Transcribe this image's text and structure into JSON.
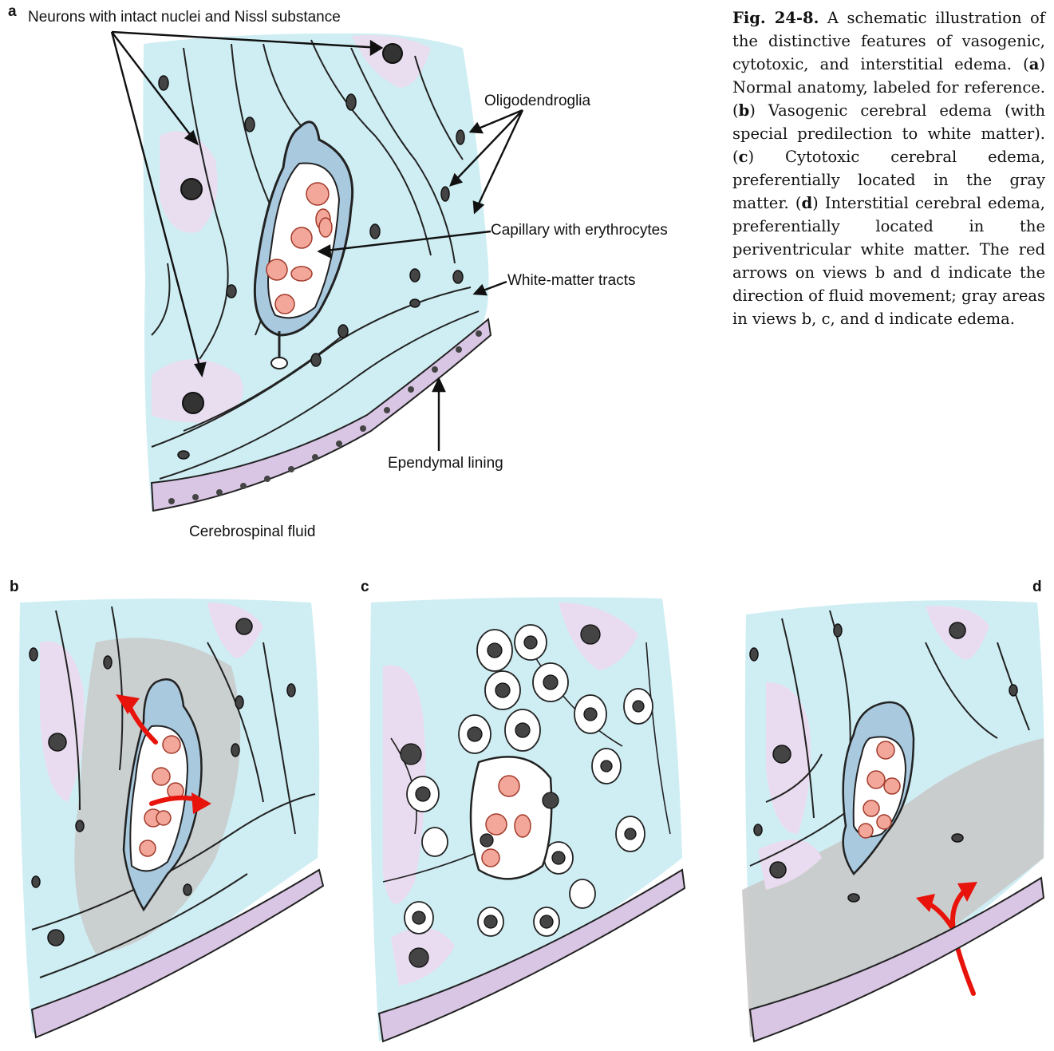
{
  "panels": {
    "a": "a",
    "b": "b",
    "c": "c",
    "d": "d"
  },
  "labels": {
    "neurons": "Neurons with intact nuclei and Nissl substance",
    "oligodendroglia": "Oligodendroglia",
    "capillary": "Capillary with erythrocytes",
    "white_matter": "White-matter tracts",
    "ependymal": "Ependymal lining",
    "csf": "Cerebrospinal fluid"
  },
  "caption": {
    "fig_number": "Fig. 24-8.",
    "text_1": " A schematic illustration of the distinctive features of vasogenic, cytotoxic, and interstitial edema. (",
    "a": "a",
    "text_2": ") Normal anatomy, labeled for reference. (",
    "b": "b",
    "text_3": ") Vasogenic cerebral edema (with special predilection to white matter). (",
    "c": "c",
    "text_4": ") Cytotoxic cerebral edema, preferentially located in the gray matter. (",
    "d": "d",
    "text_5": ") Interstitial cerebral edema, preferentially located in the periventricular white matter. The red arrows on views b and d indicate the direction of fluid movement; gray areas in views b, c, and d indicate edema."
  },
  "colors": {
    "tissue_blue": "#cfeef4",
    "tissue_pink": "#eadcf0",
    "erythrocyte": "#f2a79a",
    "edema_gray": "#c9c9c9",
    "fluid_arrow": "#e8140c"
  }
}
